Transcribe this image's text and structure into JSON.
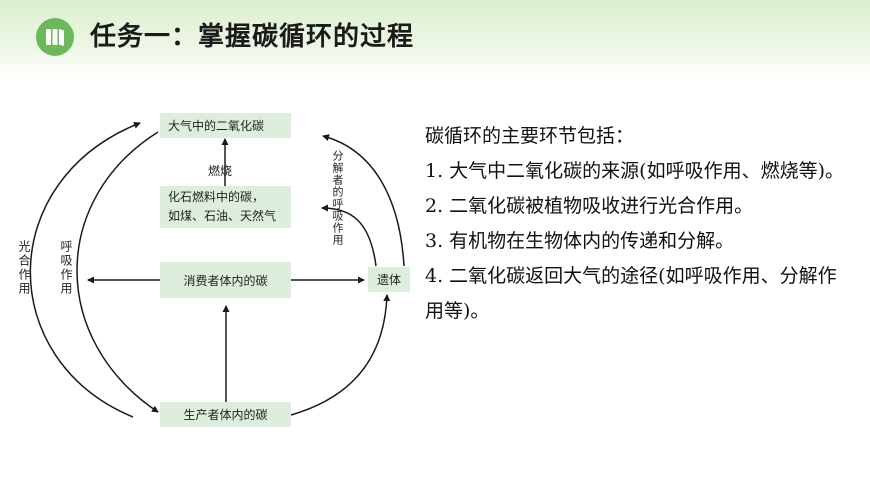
{
  "header": {
    "title": "任务一：掌握碳循环的过程",
    "accent_color": "#6cb85a",
    "icon": "book-icon"
  },
  "diagram": {
    "atmosphere": "大气中的二氧化碳",
    "fossil_line1": "化石燃料中的碳，",
    "fossil_line2": "如煤、石油、天然气",
    "consumer": "消费者体内的碳",
    "producer": "生产者体内的碳",
    "remains": "遗体",
    "label_burning": "燃烧",
    "label_photosynthesis": "光合作用",
    "label_respiration": "呼吸作用",
    "label_decomposer_respiration": "分解者的呼吸作用",
    "box_color": "#ddeedd"
  },
  "content": {
    "heading": "碳循环的主要环节包括：",
    "item1": "1. 大气中二氧化碳的来源(如呼吸作用、燃烧等)。",
    "item2": "2. 二氧化碳被植物吸收进行光合作用。",
    "item3": "3. 有机物在生物体内的传递和分解。",
    "item4": "4. 二氧化碳返回大气的途径(如呼吸作用、分解作用等)。"
  }
}
